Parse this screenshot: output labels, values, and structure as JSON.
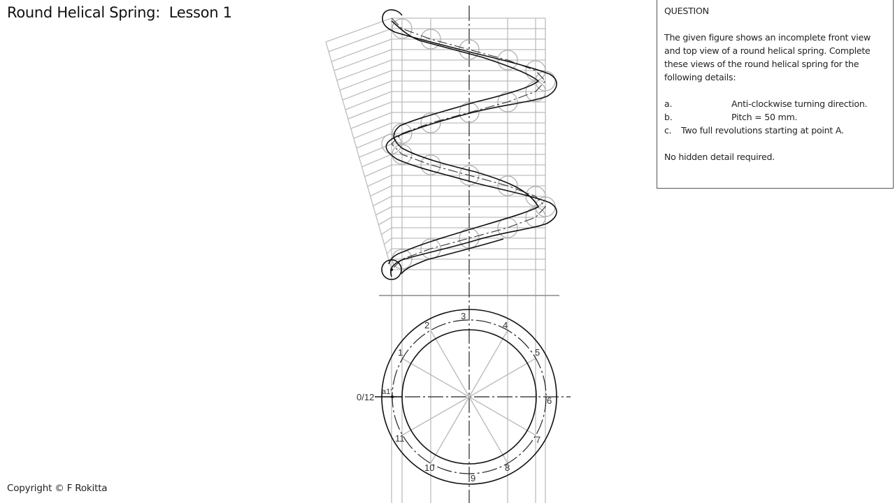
{
  "slide": {
    "title": "Round Helical Spring:  Lesson 1",
    "copyright": "Copyright © F Rokitta"
  },
  "question": {
    "heading": "QUESTION",
    "body": "The given figure shows an incomplete front view and top view of a round helical spring. Complete these views of the round helical spring for the following details:",
    "items": [
      {
        "label": "a.",
        "text": "Anti-clockwise turning direction."
      },
      {
        "label": "b.",
        "text": "Pitch = 50 mm."
      },
      {
        "label": "c.",
        "text": "Two full revolutions starting at point A."
      }
    ],
    "footer": "No hidden detail required."
  },
  "drawing": {
    "front_view": {
      "description": "Front view of round helical spring, two revolutions drawn over projection grid with inclined pitch-division lines",
      "revolutions": 2
    },
    "top_view": {
      "point_labels": [
        "0/12",
        "1",
        "2",
        "3",
        "4",
        "5",
        "6",
        "7",
        "8",
        "9",
        "10",
        "11"
      ],
      "start_point_label": "a1'",
      "divisions": 12
    },
    "colors": {
      "outline": "#111111",
      "construction": "#b5b5b5",
      "centerline": "#222222"
    }
  }
}
